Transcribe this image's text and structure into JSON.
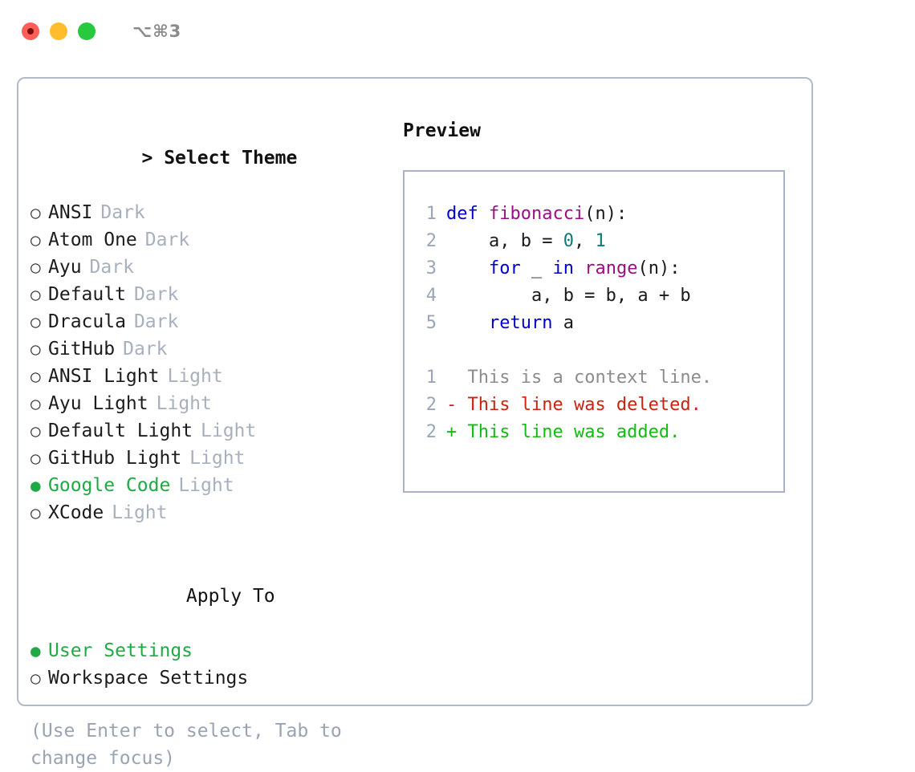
{
  "window": {
    "shortcut": "⌥⌘3",
    "traffic_lights": [
      "close",
      "minimize",
      "maximize"
    ],
    "colors": {
      "close": "#ff5f56",
      "minimize": "#ffbd2e",
      "maximize": "#27c93f",
      "panel_border": "#b2bac6",
      "accent_green": "#1faa46",
      "muted": "#a8b0bd",
      "hint": "#9aa3b2"
    }
  },
  "theme_section": {
    "prompt": "> ",
    "title": "Select Theme",
    "focused": true,
    "bullet_on": "●",
    "bullet_off": "○",
    "items": [
      {
        "label": "ANSI",
        "variant": "Dark",
        "selected": false
      },
      {
        "label": "Atom One",
        "variant": "Dark",
        "selected": false
      },
      {
        "label": "Ayu",
        "variant": "Dark",
        "selected": false
      },
      {
        "label": "Default",
        "variant": "Dark",
        "selected": false
      },
      {
        "label": "Dracula",
        "variant": "Dark",
        "selected": false
      },
      {
        "label": "GitHub",
        "variant": "Dark",
        "selected": false
      },
      {
        "label": "ANSI Light",
        "variant": "Light",
        "selected": false
      },
      {
        "label": "Ayu Light",
        "variant": "Light",
        "selected": false
      },
      {
        "label": "Default Light",
        "variant": "Light",
        "selected": false
      },
      {
        "label": "GitHub Light",
        "variant": "Light",
        "selected": false
      },
      {
        "label": "Google Code",
        "variant": "Light",
        "selected": true
      },
      {
        "label": "XCode",
        "variant": "Light",
        "selected": false
      }
    ]
  },
  "apply_section": {
    "prompt": "  ",
    "title": "Apply To",
    "focused": false,
    "items": [
      {
        "label": "User Settings",
        "selected": true
      },
      {
        "label": "Workspace Settings",
        "selected": false
      }
    ]
  },
  "hint": "(Use Enter to select, Tab to change focus)",
  "preview": {
    "title": "Preview",
    "code_lines": [
      {
        "number": "1",
        "tokens": [
          {
            "text": "def ",
            "type": "kw"
          },
          {
            "text": "fibonacci",
            "type": "fn"
          },
          {
            "text": "(n):",
            "type": "pl"
          }
        ]
      },
      {
        "number": "2",
        "tokens": [
          {
            "text": "    a, b = ",
            "type": "pl"
          },
          {
            "text": "0",
            "type": "num"
          },
          {
            "text": ", ",
            "type": "pl"
          },
          {
            "text": "1",
            "type": "num"
          }
        ]
      },
      {
        "number": "3",
        "tokens": [
          {
            "text": "    ",
            "type": "pl"
          },
          {
            "text": "for",
            "type": "kw"
          },
          {
            "text": " _ ",
            "type": "pl"
          },
          {
            "text": "in",
            "type": "kw"
          },
          {
            "text": " ",
            "type": "pl"
          },
          {
            "text": "range",
            "type": "fn"
          },
          {
            "text": "(n):",
            "type": "pl"
          }
        ]
      },
      {
        "number": "4",
        "tokens": [
          {
            "text": "        a, b = b, a + b",
            "type": "pl"
          }
        ]
      },
      {
        "number": "5",
        "tokens": [
          {
            "text": "    ",
            "type": "pl"
          },
          {
            "text": "return",
            "type": "kw"
          },
          {
            "text": " a",
            "type": "pl"
          }
        ]
      }
    ],
    "diff_lines": [
      {
        "number": "1",
        "marker": "  ",
        "text": "This is a context line.",
        "kind": "ctx"
      },
      {
        "number": "2",
        "marker": "- ",
        "text": "This line was deleted.",
        "kind": "del"
      },
      {
        "number": "2",
        "marker": "+ ",
        "text": "This line was added.",
        "kind": "add"
      }
    ]
  }
}
